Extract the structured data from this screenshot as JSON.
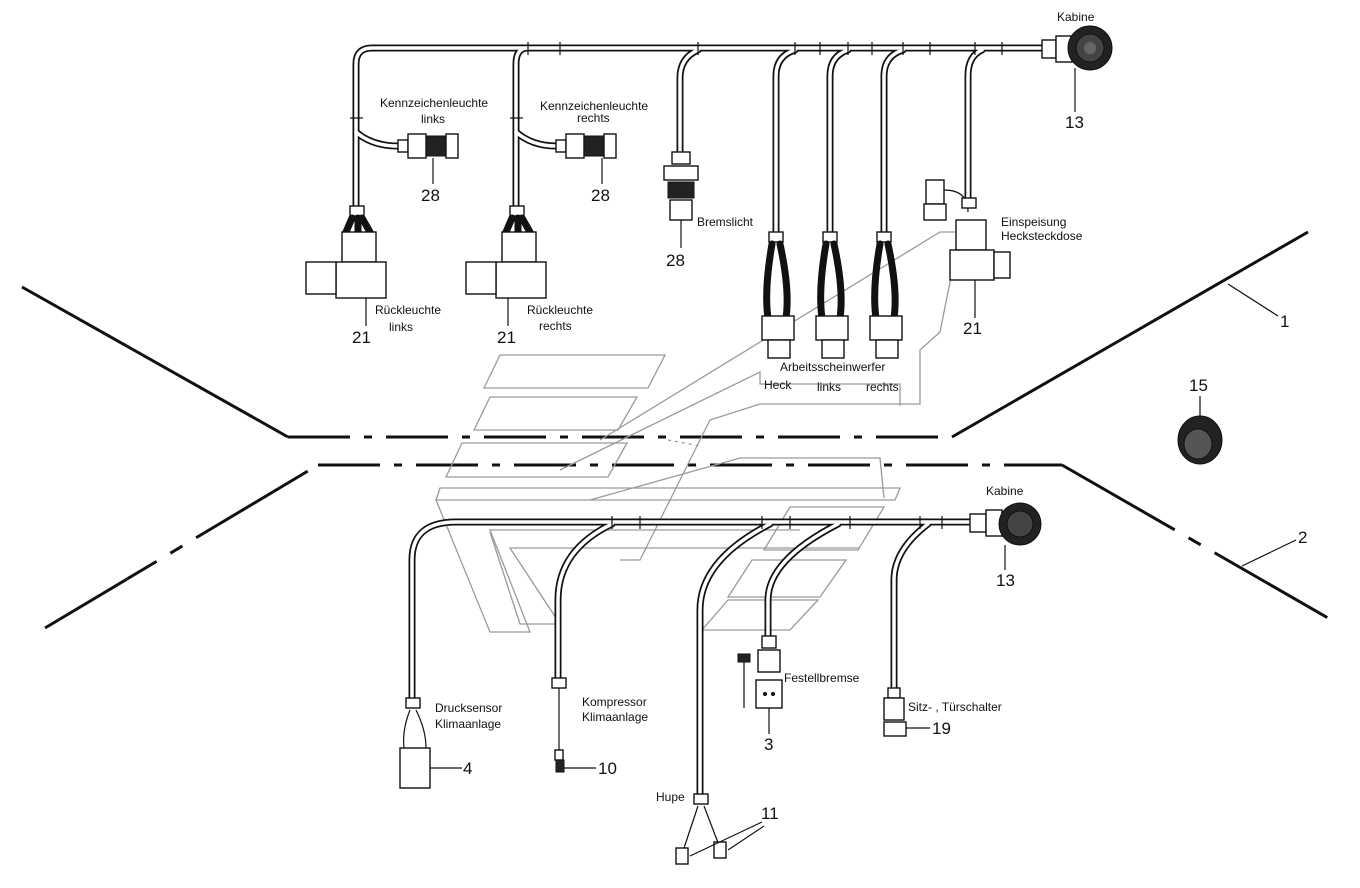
{
  "labels": {
    "kabine_top": "Kabine",
    "kennz_links_1": "Kennzeichenleuchte",
    "kennz_links_2": "links",
    "kennz_rechts_1": "Kennzeichenleuchte",
    "kennz_rechts_2": "rechts",
    "bremslicht": "Bremslicht",
    "einspeisung_1": "Einspeisung",
    "einspeisung_2": "Hecksteckdose",
    "rueck_links_1": "Rückleuchte",
    "rueck_links_2": "links",
    "rueck_rechts_1": "Rückleuchte",
    "rueck_rechts_2": "rechts",
    "arbeits": "Arbeitsscheinwerfer",
    "heck": "Heck",
    "links": "links",
    "rechts": "rechts",
    "kabine_bottom": "Kabine",
    "drucksensor_1": "Drucksensor",
    "drucksensor_2": "Klimaanlage",
    "kompressor_1": "Kompressor",
    "kompressor_2": "Klimaanlage",
    "festellbremse": "Festellbremse",
    "sitz": "Sitz- , Türschalter",
    "hupe": "Hupe"
  },
  "callouts": {
    "c13_top": "13",
    "c28_a": "28",
    "c28_b": "28",
    "c28_c": "28",
    "c21_a": "21",
    "c21_b": "21",
    "c21_c": "21",
    "c1": "1",
    "c15": "15",
    "c2": "2",
    "c13_bottom": "13",
    "c4": "4",
    "c10": "10",
    "c3": "3",
    "c19": "19",
    "c11": "11"
  }
}
